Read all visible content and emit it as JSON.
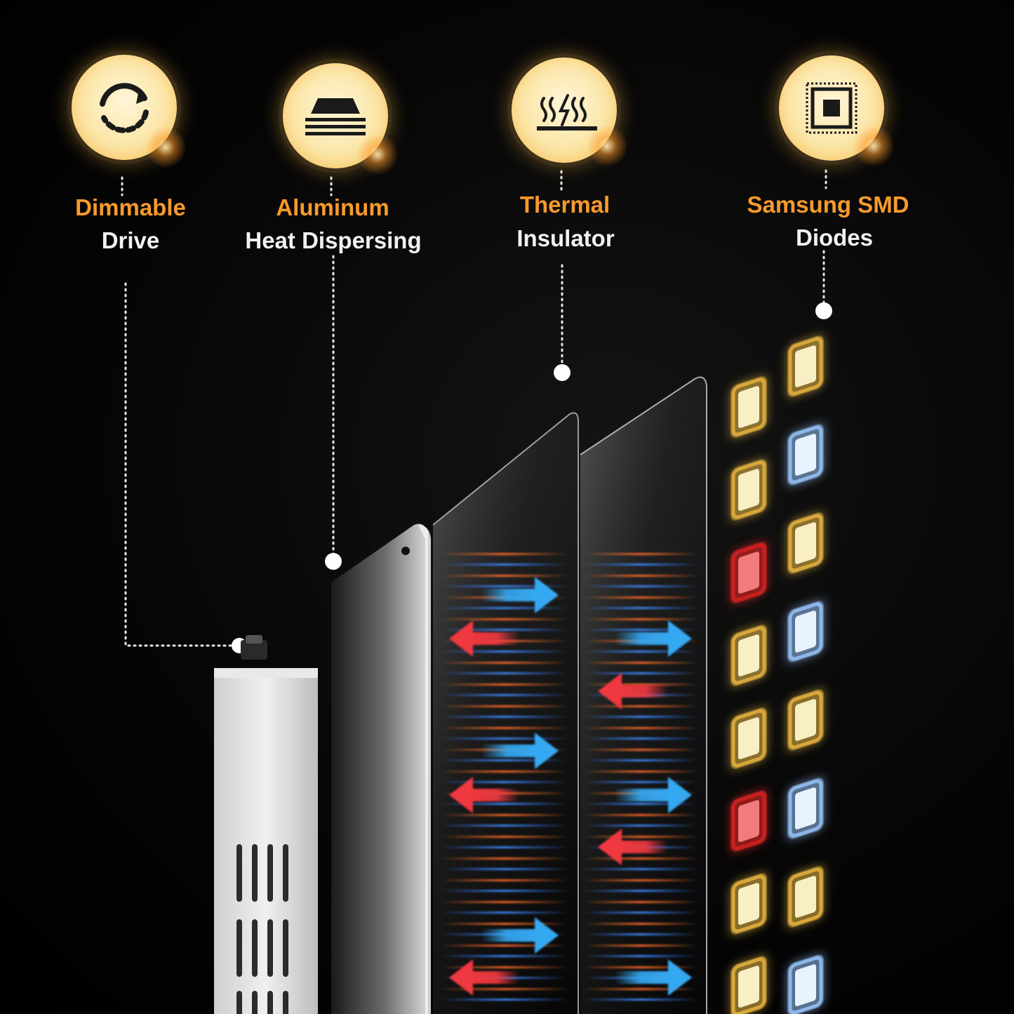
{
  "features": [
    {
      "title": "Dimmable",
      "subtitle": "Drive",
      "icon": "dimmable-refresh-icon"
    },
    {
      "title": "Aluminum",
      "subtitle": "Heat Dispersing",
      "icon": "aluminum-layers-icon"
    },
    {
      "title": "Thermal",
      "subtitle": "Insulator",
      "icon": "thermal-heat-icon"
    },
    {
      "title": "Samsung SMD",
      "subtitle": "Diodes",
      "icon": "smd-chip-icon"
    }
  ],
  "colors": {
    "title_orange": "#f79a2c",
    "subtitle_white": "#f2f2f2",
    "badge_cream": "#fbe6a8",
    "arrow_blue": "#35a8f2",
    "arrow_red": "#f0393f",
    "diode_warm": "#f7e6a0",
    "diode_cool": "#cfe8ff",
    "diode_red": "#e83a3a"
  },
  "diodes": {
    "left_column": [
      "warm",
      "warm",
      "red",
      "warm",
      "warm",
      "red",
      "warm",
      "warm"
    ],
    "right_column": [
      "warm",
      "cool",
      "warm",
      "cool",
      "warm",
      "cool",
      "warm",
      "cool"
    ]
  }
}
